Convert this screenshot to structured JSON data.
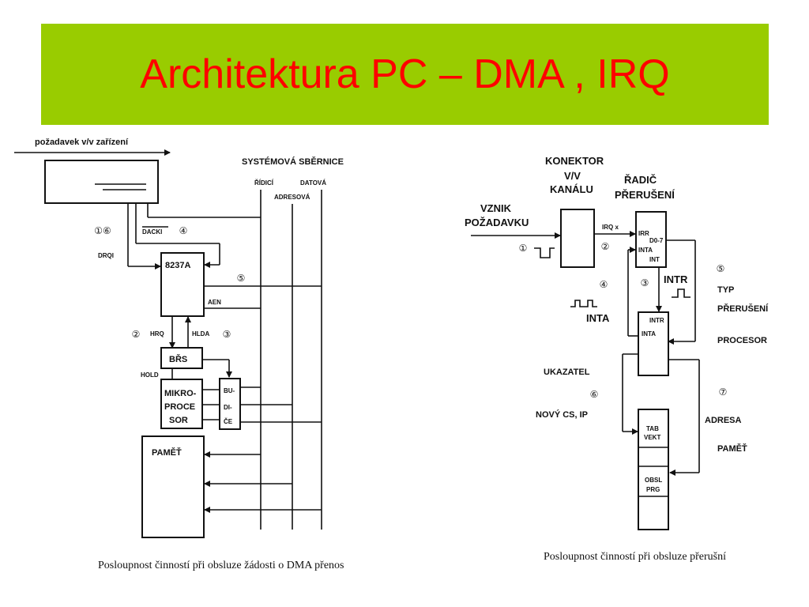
{
  "slide": {
    "title": "Architektura PC – DMA , IRQ",
    "colors": {
      "title_bar": "#99cc00",
      "title_text": "#ff0000"
    }
  },
  "dma": {
    "device_request": "požadavek v/v zařízení",
    "bus_title": "SYSTÉMOVÁ SBĚRNICE",
    "bus_control": "ŘÍDICÍ",
    "bus_data": "DATOVÁ",
    "bus_address": "ADRESOVÁ",
    "dack": "DACKI",
    "drq": "DRQI",
    "controller": "8237A",
    "aen": "AEN",
    "hrq": "HRQ",
    "hlda": "HLDA",
    "brs": "BŘS",
    "hold": "HOLD",
    "mp1": "MIKRO-",
    "mp2": "PROCE",
    "mp3": "SOR",
    "bu1": "BU-",
    "bu2": "DI-",
    "bu3": "ČE",
    "memory": "PAMĚŤ",
    "n16": "①⑥",
    "n4": "④",
    "n5": "⑤",
    "n2": "②",
    "n3": "③",
    "caption": "Posloupnost činností při obsluze žádosti o DMA přenos"
  },
  "irq": {
    "konektor": "KONEKTOR",
    "vv": "V/V",
    "kanalu": "KANÁLU",
    "radic": "ŘADIČ",
    "preruseni": "PŘERUŠENÍ",
    "vznik": "VZNIK",
    "pozadavku": "POŽADAVKU",
    "irqx": "IRQ x",
    "irr": "IRR",
    "d07": "D0-7",
    "inta_s": "INTA",
    "int_s": "INT",
    "intr": "INTR",
    "typ": "TYP",
    "typ_prerus": "PŘERUŠENÍ",
    "inta": "INTA",
    "intr_s": "INTR",
    "inta_s2": "INTA",
    "procesor": "PROCESOR",
    "ukazatel": "UKAZATEL",
    "novy": "NOVÝ CS, IP",
    "adresa": "ADRESA",
    "pamet": "PAMĚŤ",
    "tab1": "TAB",
    "tab2": "VEKT",
    "obsl1": "OBSL",
    "obsl2": "PRG",
    "n1": "①",
    "n2": "②",
    "n3": "③",
    "n4": "④",
    "n5": "⑤",
    "n6": "⑥",
    "n7": "⑦",
    "caption": "Posloupnost činností při obsluze přerušní"
  }
}
